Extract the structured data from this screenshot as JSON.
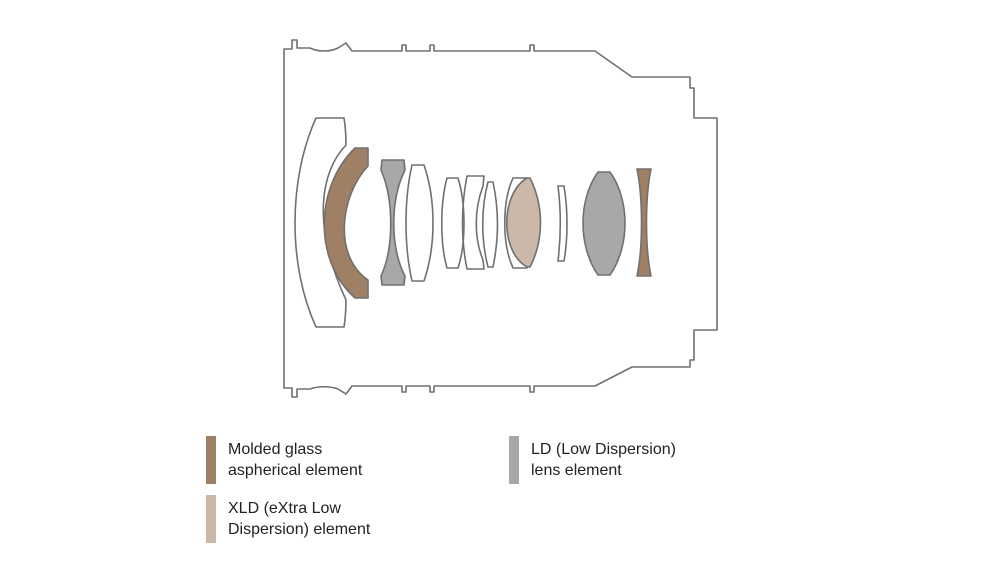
{
  "colors": {
    "outline": "#707070",
    "molded_aspherical": "#9f8064",
    "xld": "#cbb8a8",
    "ld": "#a8a8a8",
    "text": "#222222"
  },
  "legend": [
    {
      "key": "molded",
      "line1": "Molded glass",
      "line2": "aspherical element",
      "color": "#9f8064"
    },
    {
      "key": "ld",
      "line1": "LD (Low Dispersion)",
      "line2": "lens element",
      "color": "#a8a8a8"
    },
    {
      "key": "xld",
      "line1": "XLD (eXtra Low",
      "line2": "Dispersion) element",
      "color": "#cbb8a8"
    }
  ]
}
